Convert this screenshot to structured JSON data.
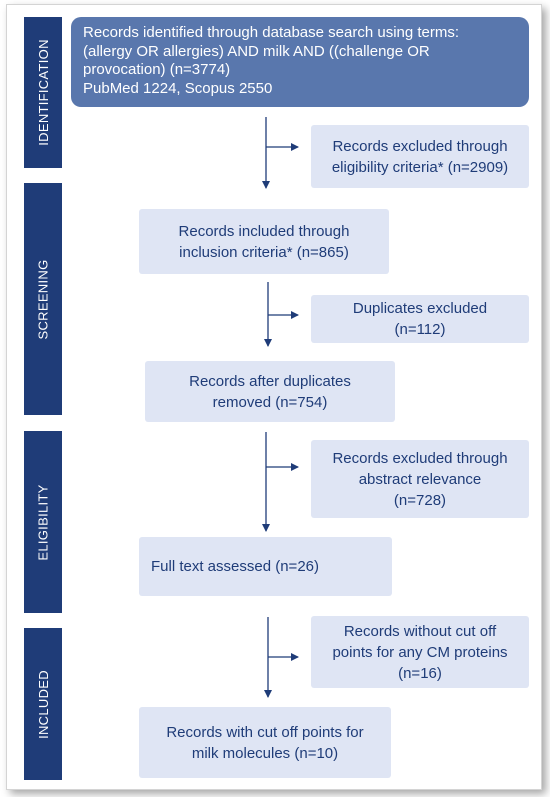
{
  "phases": {
    "identification": "IDENTIFICATION",
    "screening": "SCREENING",
    "eligibility": "ELIGIBILITY",
    "included": "INCLUDED"
  },
  "identified": {
    "text": "Records identified through database search using terms:\n(allergy OR allergies) AND milk AND ((challenge OR\nprovocation) (n=3774)\nPubMed 1224, Scopus 2550"
  },
  "excluded_eligibility": {
    "text": "Records excluded through\neligibility criteria* (n=2909)"
  },
  "included_inclusion": {
    "text": "Records included through\ninclusion criteria* (n=865)"
  },
  "duplicates_excluded": {
    "text": "Duplicates excluded\n(n=112)"
  },
  "after_duplicates": {
    "text": "Records after duplicates\nremoved (n=754)"
  },
  "excluded_abstract": {
    "text": "Records excluded through\nabstract relevance\n(n=728)"
  },
  "full_text": {
    "text": "Full text assessed (n=26)"
  },
  "without_cutoff": {
    "text": "Records without cut off\npoints for any CM proteins\n(n=16)"
  },
  "with_cutoff": {
    "text": "Records with cut off points for\nmilk molecules (n=10)"
  },
  "colors": {
    "phase_bar": "#1f3c78",
    "top_box": "#5977ad",
    "box_fill": "#dfe5f4",
    "text": "#1f3c78",
    "arrow": "#1f3c78"
  }
}
